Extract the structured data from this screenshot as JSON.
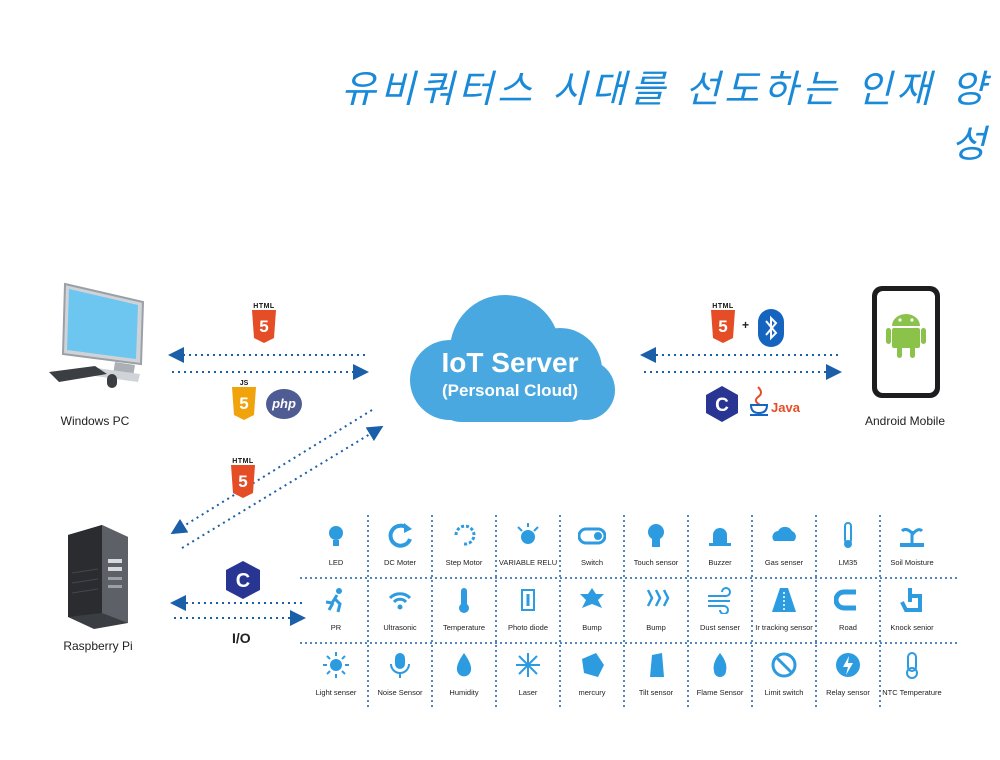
{
  "header": {
    "slogan": "유비쿼터스 시대를 선도하는 인재 양성"
  },
  "cloud": {
    "title": "IoT Server",
    "subtitle": "(Personal Cloud)"
  },
  "devices": {
    "pc": "Windows PC",
    "android": "Android Mobile",
    "rpi": "Raspberry Pi"
  },
  "badges": {
    "html": "HTML",
    "five": "5",
    "js": "JS",
    "php": "php",
    "plus": "+",
    "java": "Java",
    "c": "C"
  },
  "io_label": "I/O",
  "colors": {
    "accent": "#1a8ad8",
    "cloud": "#4aa8e0",
    "icon": "#2d9be0",
    "html5": "#e44d26",
    "js": "#f0a30a",
    "php": "#4f5b93",
    "c": "#283593",
    "android": "#8bc34a",
    "bluetooth": "#1565c0"
  },
  "sensors": [
    [
      "LED",
      "DC Moter",
      "Step Motor",
      "VARIABLE RELU",
      "Switch",
      "Touch sensor",
      "Buzzer",
      "Gas senser",
      "LM35",
      "Soil Moisture"
    ],
    [
      "PR",
      "Ultrasonic",
      "Temperature",
      "Photo diode",
      "Bump",
      "Bump",
      "Dust senser",
      "Ir tracking sensor",
      "Road",
      "Knock senior"
    ],
    [
      "Light senser",
      "Noise Sensor",
      "Humidity",
      "Laser",
      "mercury",
      "Tilt sensor",
      "Flame Sensor",
      "Limit switch",
      "Relay sensor",
      "NTC Temperature"
    ]
  ]
}
